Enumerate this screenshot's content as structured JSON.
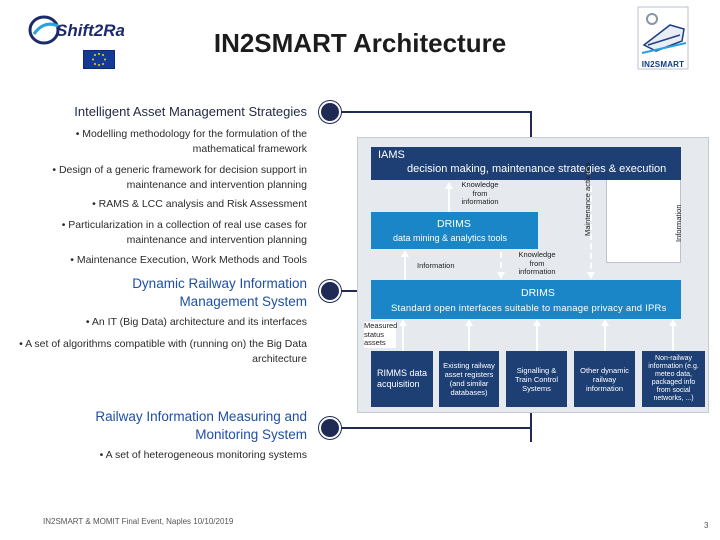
{
  "header": {
    "title": "IN2SMART Architecture",
    "left_logo_text": "Shift2Rail",
    "right_logo_text": "IN2SMART"
  },
  "strategies": {
    "heading": "Intelligent Asset Management Strategies",
    "bullets": [
      "Modelling methodology for the formulation of the mathematical framework",
      "Design of a generic framework for decision support in maintenance and intervention planning",
      "RAMS & LCC analysis and Risk Assessment",
      "Particularization in a collection of real use cases for maintenance and intervention planning",
      "Maintenance Execution, Work Methods and Tools"
    ]
  },
  "drims_section": {
    "heading": "Dynamic Railway Information Management System",
    "bullets": [
      "An IT (Big Data) architecture and its interfaces",
      "A set of algorithms compatible with (running on) the Big Data architecture"
    ]
  },
  "rims_section": {
    "heading": "Railway Information Measuring and Monitoring System",
    "bullets": [
      "A set of heterogeneous monitoring systems"
    ]
  },
  "diagram": {
    "iams_title": "IAMS",
    "iams_subtitle": "decision making, maintenance strategies & execution",
    "knowledge_from_information": "Knowledge from information",
    "maintenance_activities": "Maintenance activities",
    "information_vertical": "Information",
    "drims_title": "DRIMS",
    "drims_subtitle": "data mining & analytics tools",
    "information_label": "Information",
    "knowledge_from_information_2": "Knowledge from information",
    "drims_bar_title": "DRIMS",
    "drims_bar_subtitle": "Standard open interfaces suitable to manage privacy and IPRs",
    "measured_status": "Measured status assets",
    "sources": [
      "RIMMS data acquisition",
      "Existing railway asset registers (and similar databases)",
      "Signalling & Train Control Systems",
      "Other dynamic railway information",
      "Non-railway information (e.g. meteo data, packaged info from social networks, ...)"
    ]
  },
  "footer": {
    "event": "IN2SMART & MOMIT Final Event,  Naples 10/10/2019",
    "page": "3"
  },
  "colors": {
    "navy": "#1e3f74",
    "blue": "#1a86c8",
    "connector": "#1f2a55",
    "heading_blue": "#1e4fa3"
  }
}
